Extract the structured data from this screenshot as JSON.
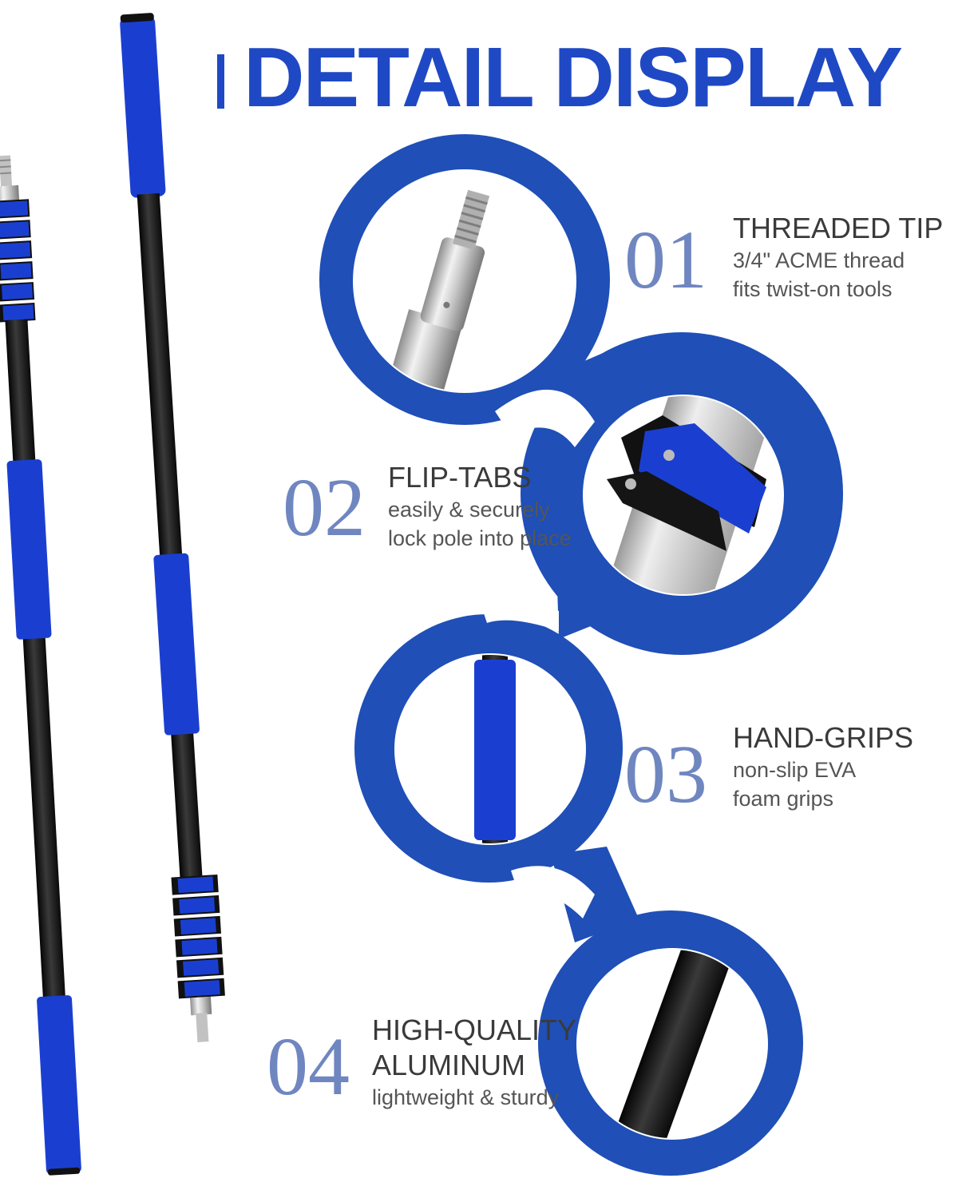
{
  "title": "DETAIL DISPLAY",
  "colors": {
    "brand_blue": "#1f49c4",
    "number_blue": "#6f86c0",
    "heading_text": "#3a3a3a",
    "body_text": "#555555"
  },
  "features": [
    {
      "number": "01",
      "heading": "THREADED TIP",
      "desc_lines": [
        "3/4\" ACME thread",
        "fits twist-on tools"
      ]
    },
    {
      "number": "02",
      "heading": "FLIP-TABS",
      "desc_lines": [
        "easily & securely",
        "lock pole into place"
      ]
    },
    {
      "number": "03",
      "heading": "HAND-GRIPS",
      "desc_lines": [
        "non-slip EVA",
        "foam grips"
      ]
    },
    {
      "number": "04",
      "heading_lines": [
        "HIGH-QUALITY",
        "ALUMINUM"
      ],
      "desc_lines": [
        "lightweight & sturdy"
      ]
    }
  ]
}
